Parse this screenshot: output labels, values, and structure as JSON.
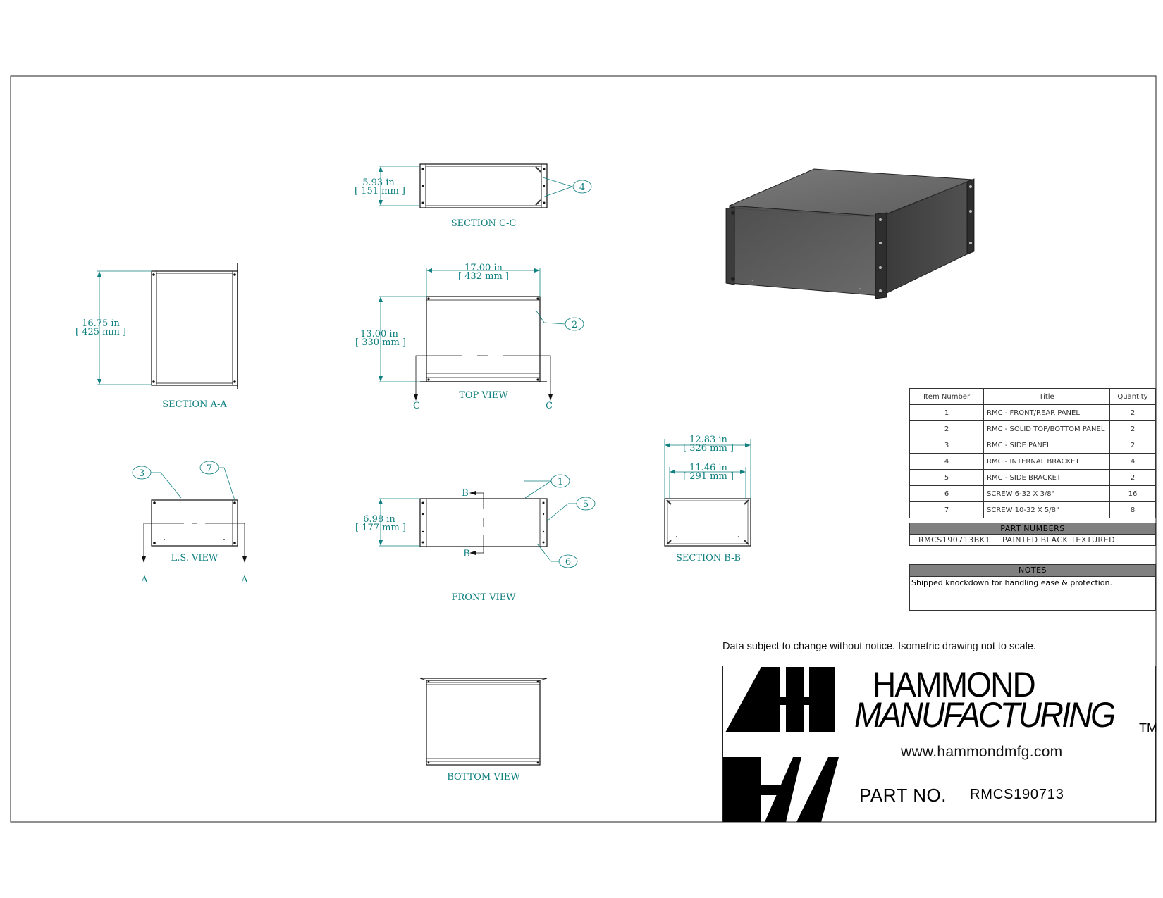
{
  "views": {
    "section_cc": {
      "label": "SECTION C-C",
      "dim_in": "5.93 in",
      "dim_mm": "[ 151 mm ]",
      "balloon": "4"
    },
    "section_aa": {
      "label": "SECTION A-A",
      "dim_in": "16.75 in",
      "dim_mm": "[ 425 mm ]"
    },
    "top_view": {
      "label": "TOP VIEW",
      "width_in": "17.00 in",
      "width_mm": "[ 432 mm ]",
      "depth_in": "13.00 in",
      "depth_mm": "[ 330 mm ]",
      "balloon": "2",
      "cut_left": "C",
      "cut_right": "C"
    },
    "ls_view": {
      "label": "L.S. VIEW",
      "balloon_a": "3",
      "balloon_b": "7",
      "cut_left": "A",
      "cut_right": "A"
    },
    "front_view": {
      "label": "FRONT VIEW",
      "height_in": "6.98 in",
      "height_mm": "[ 177 mm ]",
      "balloon_1": "1",
      "balloon_5": "5",
      "balloon_6": "6",
      "cut_top": "B",
      "cut_bottom": "B"
    },
    "section_bb": {
      "label": "SECTION B-B",
      "outer_in": "12.83 in",
      "outer_mm": "[ 326 mm ]",
      "inner_in": "11.46 in",
      "inner_mm": "[ 291 mm ]"
    },
    "bottom_view": {
      "label": "BOTTOM VIEW"
    }
  },
  "bom": {
    "headers": [
      "Item Number",
      "Title",
      "Quantity"
    ],
    "rows": [
      {
        "item": "1",
        "title": "RMC - FRONT/REAR PANEL",
        "qty": "2"
      },
      {
        "item": "2",
        "title": "RMC - SOLID TOP/BOTTOM PANEL",
        "qty": "2"
      },
      {
        "item": "3",
        "title": "RMC - SIDE PANEL",
        "qty": "2"
      },
      {
        "item": "4",
        "title": "RMC - INTERNAL BRACKET",
        "qty": "4"
      },
      {
        "item": "5",
        "title": "RMC - SIDE BRACKET",
        "qty": "2"
      },
      {
        "item": "6",
        "title": "SCREW 6-32 X 3/8\"",
        "qty": "16"
      },
      {
        "item": "7",
        "title": "SCREW 10-32 X 5/8\"",
        "qty": "8"
      }
    ]
  },
  "part_numbers": {
    "header": "PART NUMBERS",
    "code": "RMCS190713BK1",
    "description": "PAINTED BLACK TEXTURED"
  },
  "notes": {
    "header": "NOTES",
    "text": "Shipped knockdown for handling ease & protection."
  },
  "disclaimer": "Data subject to change without notice. Isometric drawing not to scale.",
  "title_block": {
    "brand_line1": "HAMMOND",
    "brand_line2": "MANUFACTURING",
    "trademark": "TM",
    "url": "www.hammondmfg.com",
    "part_label": "PART NO.",
    "part_number": "RMCS190713"
  },
  "colors": {
    "dimension": "#0f7f7f",
    "line": "#111111",
    "iso_dark": "#555555",
    "table_header": "#808080"
  }
}
